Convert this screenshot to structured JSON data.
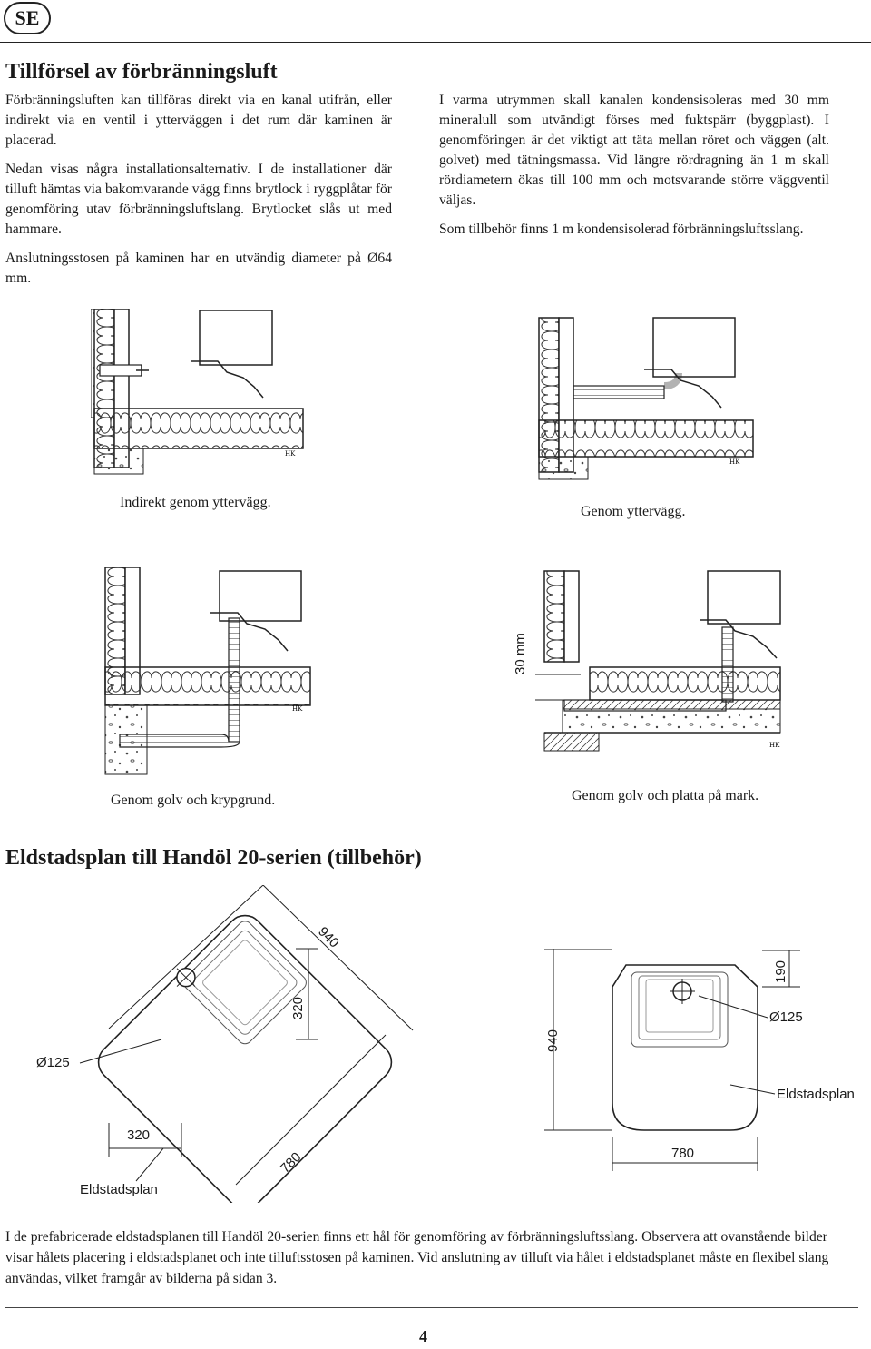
{
  "header": {
    "lang": "SE"
  },
  "section1": {
    "title": "Tillförsel av förbränningsluft",
    "left_paragraphs": [
      "Förbränningsluften kan tillföras direkt via en kanal utifrån, eller indirekt via en ventil i ytterväggen i det rum där kaminen är placerad.",
      "Nedan visas några installationsalternativ. I de installationer där tilluft hämtas via bakomvarande vägg finns brytlock i ryggplåtar för genomföring utav förbränningsluftslang. Brytlocket slås ut med hammare.",
      "Anslutningsstosen på kaminen har en utvändig diameter på Ø64 mm."
    ],
    "right_paragraphs": [
      "I varma utrymmen skall kanalen kondensisoleras med 30 mm mineralull som utvändigt förses med fuktspärr (byggplast). I genomföringen är det viktigt att täta mellan röret och väggen (alt. golvet) med tätningsmassa. Vid längre rördragning än 1 m skall rördiametern ökas till 100 mm och motsvarande större väggventil väljas.",
      "Som tillbehör finns 1 m kondensisolerad förbränningsluftsslang."
    ]
  },
  "figures": {
    "fig1_caption": "Indirekt genom yttervägg.",
    "fig2_caption": "Genom yttervägg.",
    "fig3_caption": "Genom golv och krypgrund.",
    "fig4_caption": "Genom golv och platta på mark.",
    "fig4_dim": "30 mm",
    "hk_label": "HK"
  },
  "section2": {
    "title": "Eldstadsplan till Handöl 20-serien (tillbehör)",
    "left_plan": {
      "diag_940": "940",
      "dim_320_v": "320",
      "dim_320_h": "320",
      "dim_780": "780",
      "hole": "Ø125",
      "plate": "Eldstadsplan"
    },
    "right_plan": {
      "dim_190": "190",
      "dim_940": "940",
      "dim_780": "780",
      "hole": "Ø125",
      "plate": "Eldstadsplan"
    },
    "body": "I de prefabricerade eldstadsplanen till Handöl 20-serien finns ett hål för genomföring av förbränningsluftsslang. Observera att ovanstående bilder visar hålets placering i eldstadsplanet och inte tilluftsstosen på kaminen. Vid anslutning av tilluft via hålet i eldstadsplanet måste en flexibel slang användas, vilket framgår av bilderna på sidan 3."
  },
  "footer": {
    "page_number": "4"
  }
}
